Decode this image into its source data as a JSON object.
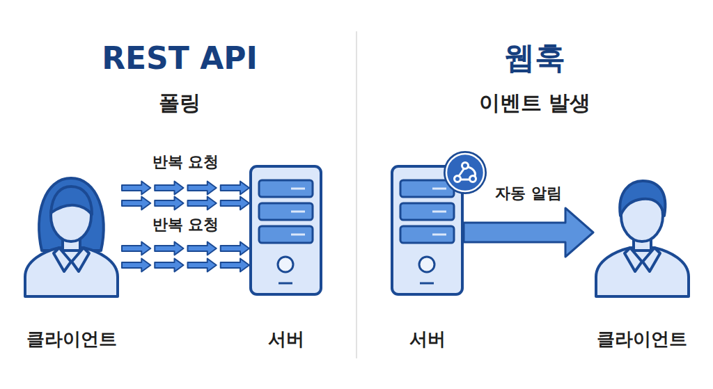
{
  "diagram": {
    "nodes": [
      {
        "text": [
          "클라이언트"
        ]
      },
      {
        "text": [
          "서버"
        ]
      },
      {
        "text": [
          "서버"
        ]
      },
      {
        "text": [
          "클라이언트"
        ]
      }
    ],
    "edges": [
      {
        "from": 0,
        "to": 1,
        "arrow": "to",
        "label": "반복 요청"
      },
      {
        "from": 0,
        "to": 1,
        "arrow": "to",
        "label": "반복 요청"
      },
      {
        "from": 2,
        "to": 3,
        "arrow": "to",
        "label": "자동 알림"
      }
    ],
    "labels": [
      "REST API",
      "폴링",
      "웹훅",
      "이벤트 발생"
    ]
  }
}
